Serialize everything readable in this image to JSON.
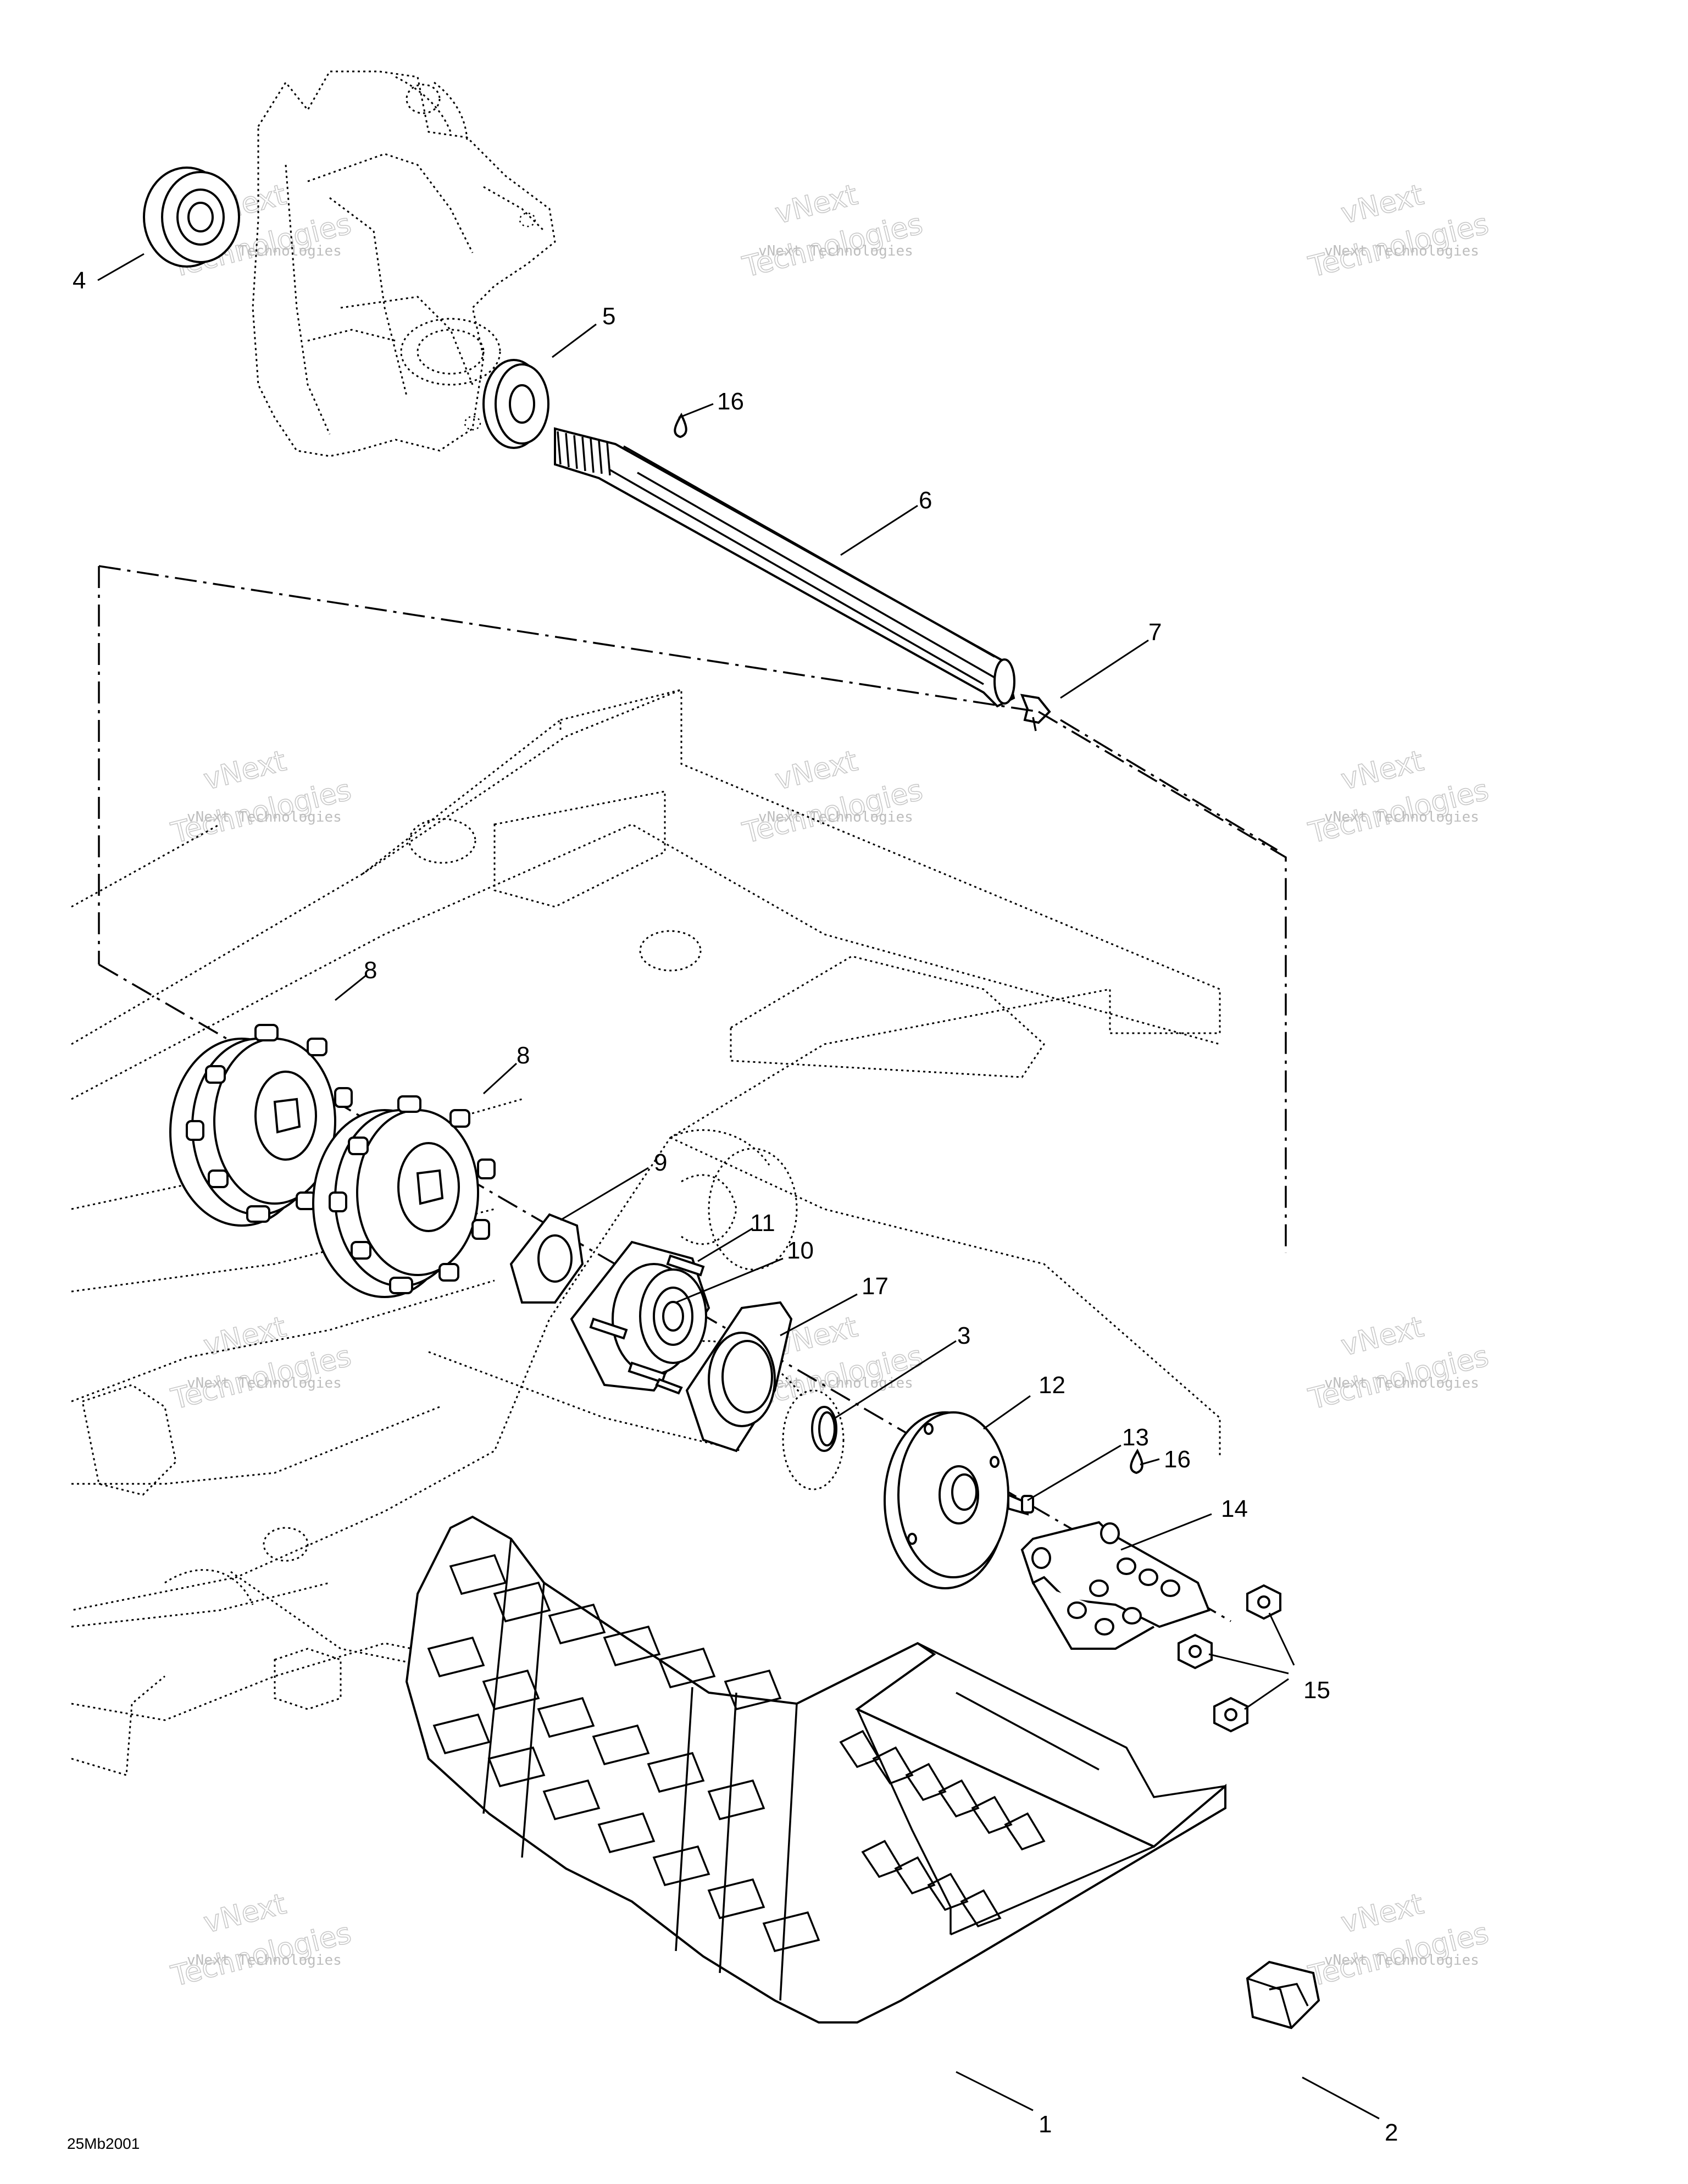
{
  "diagram": {
    "document_code": "25Mb2001",
    "watermark": {
      "line1": "vNext",
      "line2": "Technologies",
      "small": "vNext Technologies"
    },
    "callouts": [
      {
        "id": "4",
        "label": "4"
      },
      {
        "id": "5",
        "label": "5"
      },
      {
        "id": "16a",
        "label": "16"
      },
      {
        "id": "6",
        "label": "6"
      },
      {
        "id": "7",
        "label": "7"
      },
      {
        "id": "8a",
        "label": "8"
      },
      {
        "id": "8b",
        "label": "8"
      },
      {
        "id": "9",
        "label": "9"
      },
      {
        "id": "11",
        "label": "11"
      },
      {
        "id": "10",
        "label": "10"
      },
      {
        "id": "17",
        "label": "17"
      },
      {
        "id": "3",
        "label": "3"
      },
      {
        "id": "12",
        "label": "12"
      },
      {
        "id": "13",
        "label": "13"
      },
      {
        "id": "16b",
        "label": "16"
      },
      {
        "id": "14",
        "label": "14"
      },
      {
        "id": "15",
        "label": "15"
      },
      {
        "id": "1",
        "label": "1"
      },
      {
        "id": "2",
        "label": "2"
      }
    ]
  }
}
